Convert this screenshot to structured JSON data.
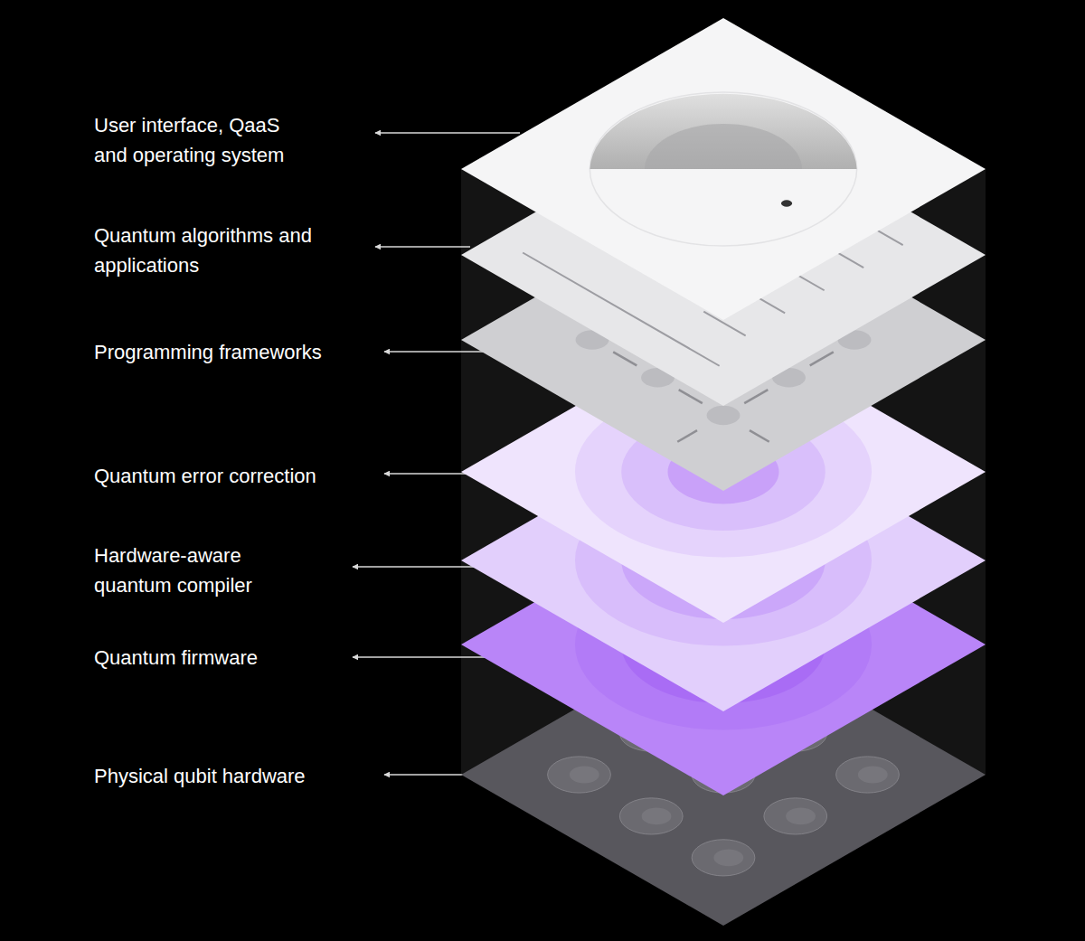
{
  "diagram": {
    "labels": [
      "User interface, QaaS and operating system",
      "Quantum algorithms and applications",
      "Programming frameworks",
      "Quantum error correction",
      "Hardware-aware quantum compiler",
      "Quantum firmware",
      "Physical qubit hardware"
    ]
  }
}
